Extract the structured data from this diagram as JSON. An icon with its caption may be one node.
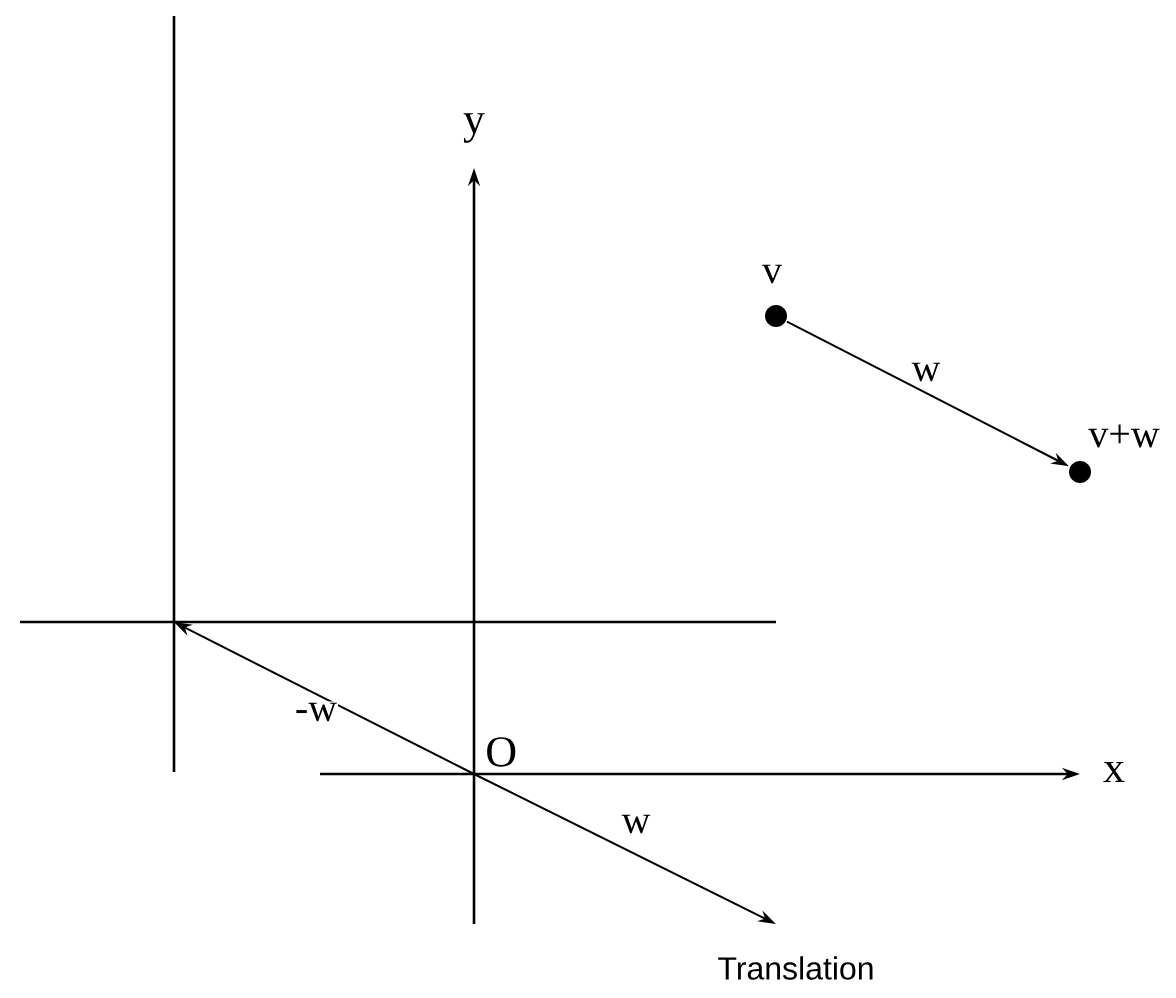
{
  "diagram": {
    "nodes": [
      {
        "text": [],
        "shape": "circle",
        "beside": [
          "v"
        ]
      },
      {
        "text": [],
        "shape": "circle",
        "beside": [
          "v+w"
        ]
      },
      {
        "text": [
          "O"
        ]
      }
    ],
    "edges": [
      {
        "from": 0,
        "to": 1,
        "arrow": "to",
        "label": "w"
      },
      {
        "from": 2,
        "to": null,
        "arrow": "to",
        "label": "-w"
      },
      {
        "from": 2,
        "to": null,
        "arrow": "to",
        "label": "w"
      }
    ],
    "labels": [
      "y",
      "x",
      "Translation"
    ]
  }
}
